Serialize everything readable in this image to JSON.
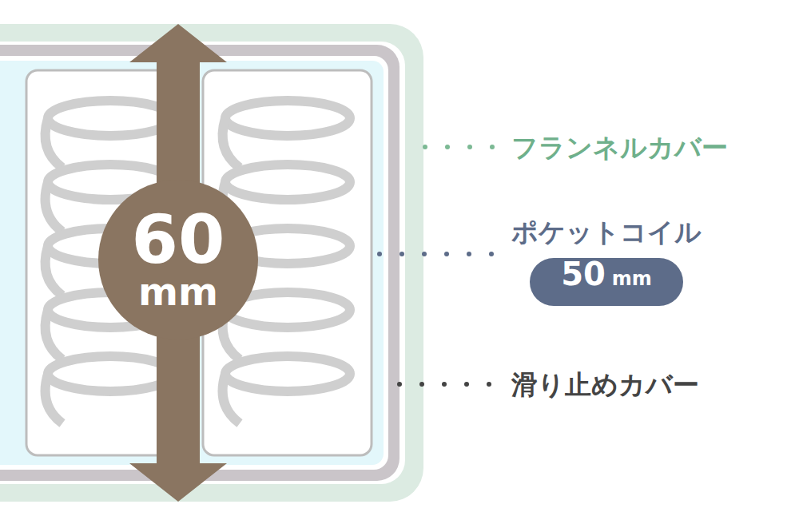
{
  "diagram": {
    "nodes": [
      {
        "text": [
          "60",
          "mm"
        ]
      },
      {
        "text": [
          "50",
          "mm"
        ]
      }
    ],
    "labels": [
      "フランネルカバー",
      "ポケットコイル",
      "滑り止めカバー"
    ]
  }
}
